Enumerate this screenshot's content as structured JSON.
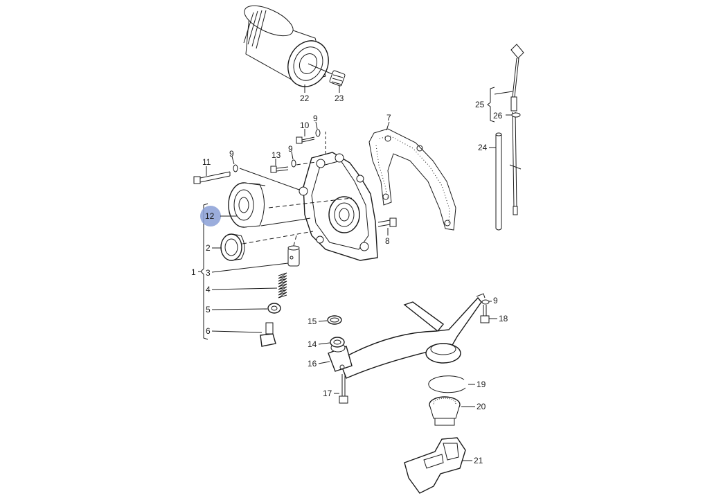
{
  "diagram": {
    "highlight_color": "#8a9fd6",
    "line_color": "#1a1a1a",
    "background": "#ffffff",
    "highlighted_callout": "12",
    "callouts": {
      "c1": "1",
      "c2": "2",
      "c3": "3",
      "c4": "4",
      "c5": "5",
      "c6": "6",
      "c7": "7",
      "c8": "8",
      "c9a": "9",
      "c9b": "9",
      "c9c": "9",
      "c9d": "9",
      "c10": "10",
      "c11": "11",
      "c12": "12",
      "c13": "13",
      "c14": "14",
      "c15": "15",
      "c16": "16",
      "c17": "17",
      "c18": "18",
      "c19": "19",
      "c20": "20",
      "c21": "21",
      "c22": "22",
      "c23": "23",
      "c24": "24",
      "c25": "25",
      "c26": "26"
    }
  }
}
